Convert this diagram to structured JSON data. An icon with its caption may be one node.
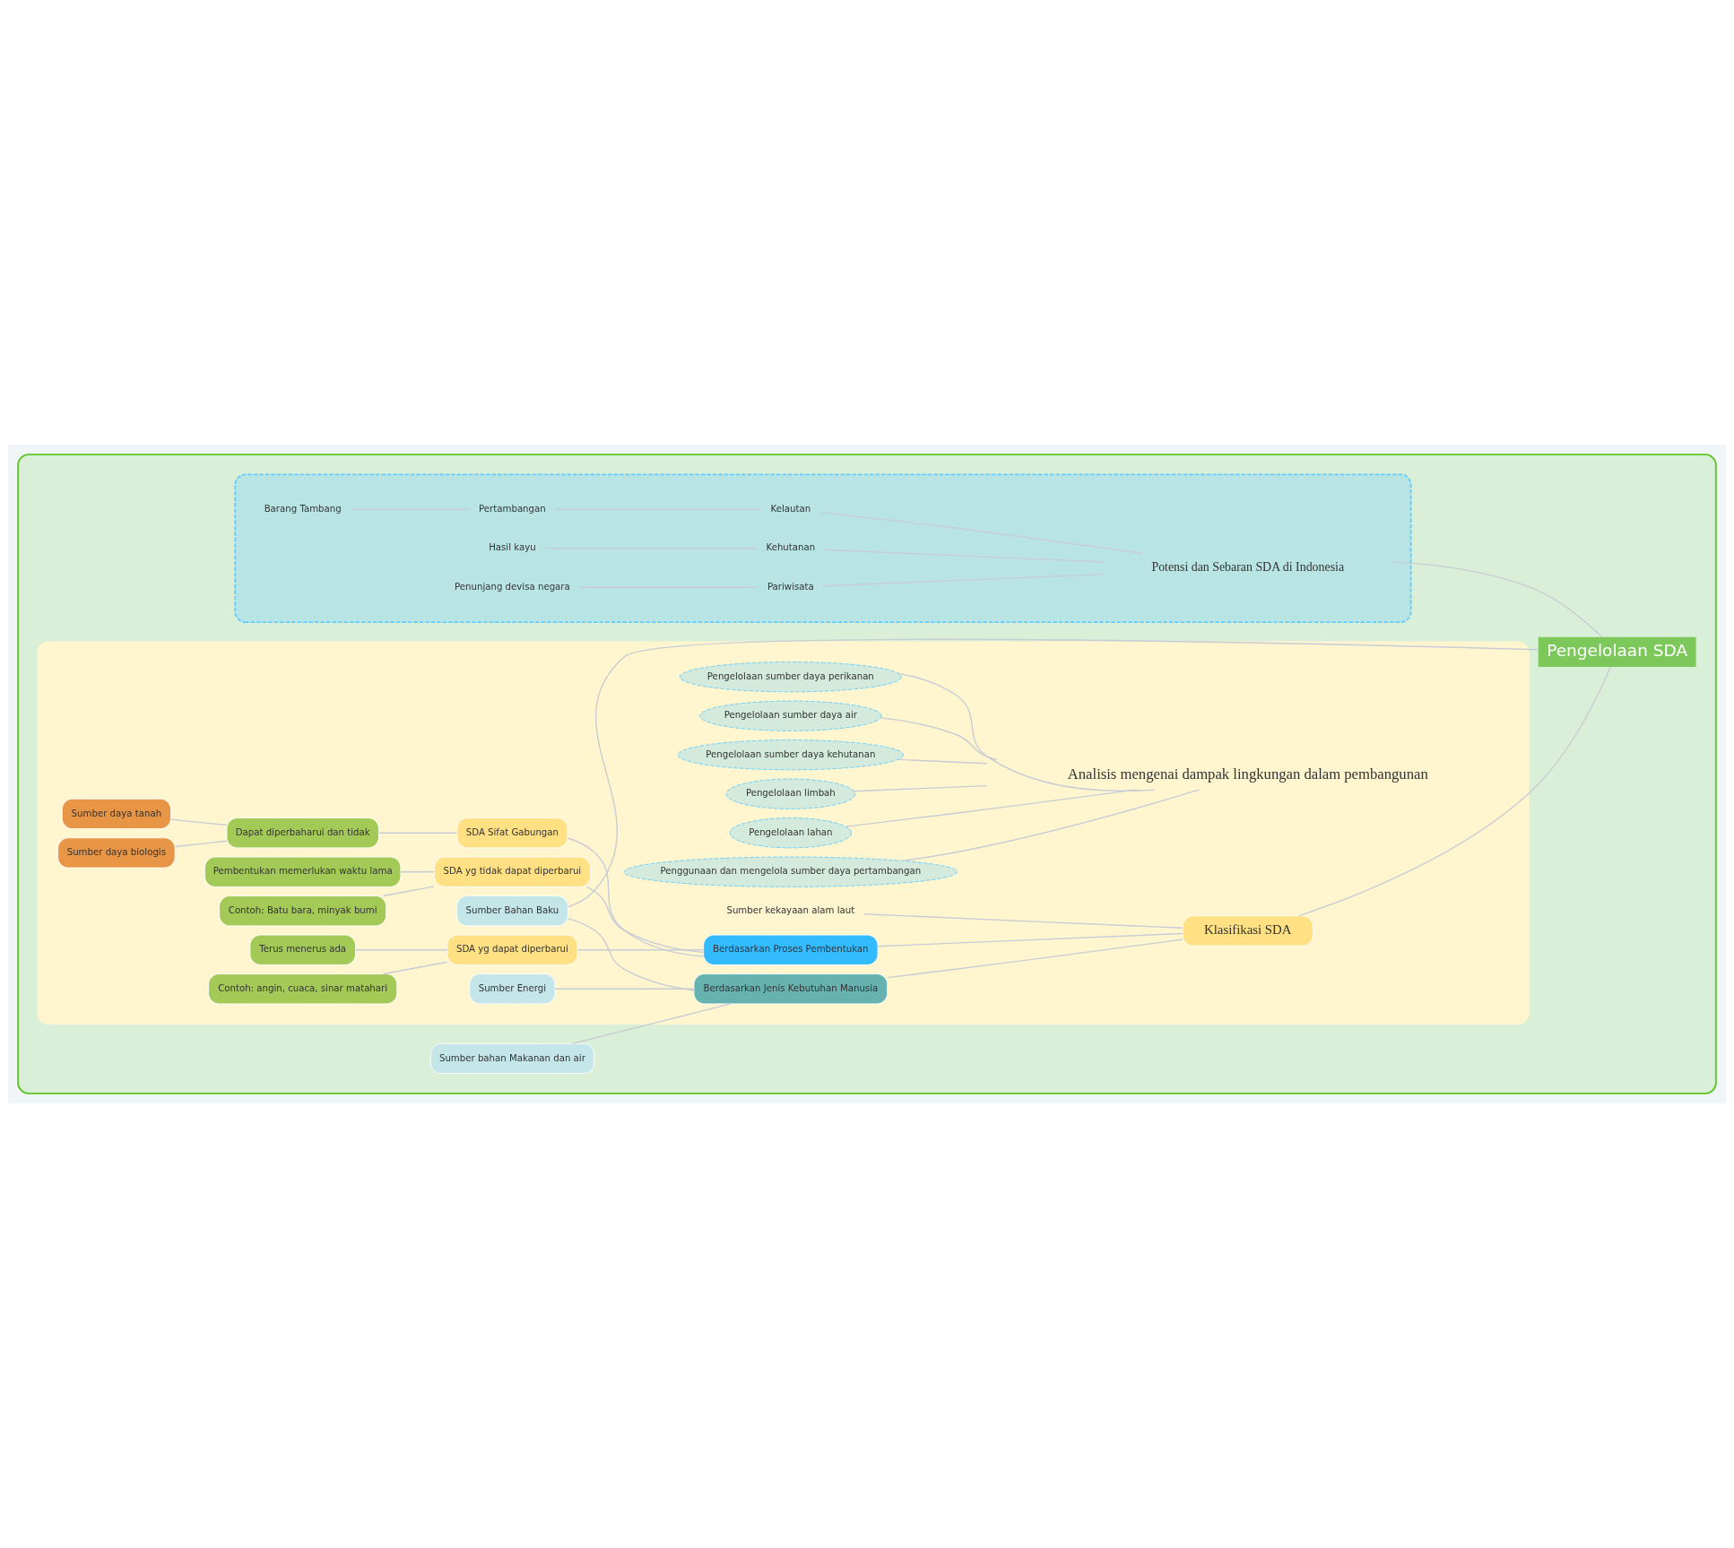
{
  "diagram": {
    "nodes": [
      {
        "text": [],
        "shape": "cloud"
      },
      {
        "text": [
          "Pengelolaan SDA"
        ],
        "in": 0
      },
      {
        "text": [],
        "shape": "box",
        "in": 0
      },
      {
        "text": [
          "Analisis mengenai dampak lingkungan dalam pembangunan"
        ],
        "in": 2
      },
      {
        "text": [
          "Pengelolaan sumber daya air"
        ],
        "in": 2
      },
      {
        "text": [
          "Pengelolaan sumber daya perikanan"
        ],
        "in": 2
      },
      {
        "text": [
          "Penggunaan dan mengelola sumber daya pertambangan"
        ],
        "in": 2
      },
      {
        "text": [
          "Pengelolaan lahan"
        ],
        "in": 2
      },
      {
        "text": [
          "Pengelolaan limbah"
        ],
        "in": 2
      },
      {
        "text": [
          "Pengelolaan sumber daya kehutanan"
        ],
        "in": 2
      },
      {
        "text": [
          "Klasifikasi SDA"
        ],
        "in": 2
      },
      {
        "text": [
          "Berdasarkan Proses Pembentukan"
        ],
        "in": 2
      },
      {
        "text": [
          "SDA yg dapat diperbarui"
        ],
        "in": 2
      },
      {
        "text": [
          "Terus menerus ada"
        ],
        "in": 2
      },
      {
        "text": [
          "Contoh: angin, cuaca, sinar matahari"
        ],
        "in": 2
      },
      {
        "text": [
          "SDA yg tidak dapat diperbarui"
        ],
        "in": 2
      },
      {
        "text": [
          "Pembentukan memerlukan waktu lama"
        ],
        "in": 2
      },
      {
        "text": [
          "Contoh: Batu bara, minyak bumi"
        ],
        "in": 2
      },
      {
        "text": [
          "SDA Sifat Gabungan"
        ],
        "in": 2
      },
      {
        "text": [
          "Dapat diperbaharui dan tidak"
        ],
        "in": 2
      },
      {
        "text": [
          "Sumber daya biologis"
        ],
        "in": 2
      },
      {
        "text": [
          "Sumber daya tanah"
        ],
        "in": 2
      },
      {
        "text": [
          "Sumber kekayaan alam laut"
        ],
        "in": 2
      },
      {
        "text": [
          "Berdasarkan Jenis Kebutuhan Manusia"
        ],
        "in": 2
      },
      {
        "text": [
          "Sumber Energi"
        ],
        "in": 2
      },
      {
        "text": [
          "Sumber Bahan Baku"
        ],
        "in": 2
      },
      {
        "text": [
          "Sumber bahan Makanan dan air"
        ],
        "in": 0
      },
      {
        "text": [],
        "shape": "cloud",
        "in": 0
      },
      {
        "text": [
          "Potensi dan Sebaran SDA di Indonesia"
        ],
        "in": 27
      },
      {
        "text": [
          "Kehutanan"
        ],
        "in": 27
      },
      {
        "text": [
          "Hasil kayu"
        ],
        "in": 27
      },
      {
        "text": [
          "Kelautan"
        ],
        "in": 27
      },
      {
        "text": [
          "Pertambangan"
        ],
        "in": 27
      },
      {
        "text": [
          "Barang Tambang"
        ],
        "in": 27
      },
      {
        "text": [
          "Pariwisata"
        ],
        "in": 27
      },
      {
        "text": [
          "Penunjang devisa negara"
        ],
        "in": 27
      }
    ],
    "edges": [
      {
        "from": 3,
        "to": 4,
        "arrow": "none"
      },
      {
        "from": 3,
        "to": 5,
        "arrow": "none"
      },
      {
        "from": 3,
        "to": 6,
        "arrow": "none"
      },
      {
        "from": 3,
        "to": 7,
        "arrow": "none"
      },
      {
        "from": 3,
        "to": 8,
        "arrow": "none"
      },
      {
        "from": 3,
        "to": 9,
        "arrow": "none"
      },
      {
        "from": 1,
        "to": 10,
        "arrow": "none"
      },
      {
        "from": 1,
        "to": 28,
        "arrow": "none"
      },
      {
        "from": 1,
        "to": 25,
        "arrow": "none"
      },
      {
        "from": 10,
        "to": 11,
        "arrow": "none"
      },
      {
        "from": 10,
        "to": 22,
        "arrow": "none"
      },
      {
        "from": 10,
        "to": 23,
        "arrow": "none"
      },
      {
        "from": 11,
        "to": 12,
        "arrow": "none"
      },
      {
        "from": 11,
        "to": 15,
        "arrow": "none"
      },
      {
        "from": 11,
        "to": 18,
        "arrow": "none"
      },
      {
        "from": 12,
        "to": 13,
        "arrow": "none"
      },
      {
        "from": 12,
        "to": 14,
        "arrow": "none"
      },
      {
        "from": 15,
        "to": 16,
        "arrow": "none"
      },
      {
        "from": 15,
        "to": 17,
        "arrow": "none"
      },
      {
        "from": 18,
        "to": 19,
        "arrow": "none"
      },
      {
        "from": 19,
        "to": 20,
        "arrow": "none"
      },
      {
        "from": 19,
        "to": 21,
        "arrow": "none"
      },
      {
        "from": 23,
        "to": 24,
        "arrow": "none"
      },
      {
        "from": 23,
        "to": 25,
        "arrow": "none"
      },
      {
        "from": 23,
        "to": 26,
        "arrow": "none"
      },
      {
        "from": 28,
        "to": 29,
        "arrow": "none"
      },
      {
        "from": 28,
        "to": 31,
        "arrow": "none"
      },
      {
        "from": 28,
        "to": 34,
        "arrow": "none"
      },
      {
        "from": 29,
        "to": 30,
        "arrow": "none"
      },
      {
        "from": 31,
        "to": 32,
        "arrow": "none"
      },
      {
        "from": 32,
        "to": 33,
        "arrow": "none"
      },
      {
        "from": 34,
        "to": 35,
        "arrow": "none"
      }
    ]
  }
}
